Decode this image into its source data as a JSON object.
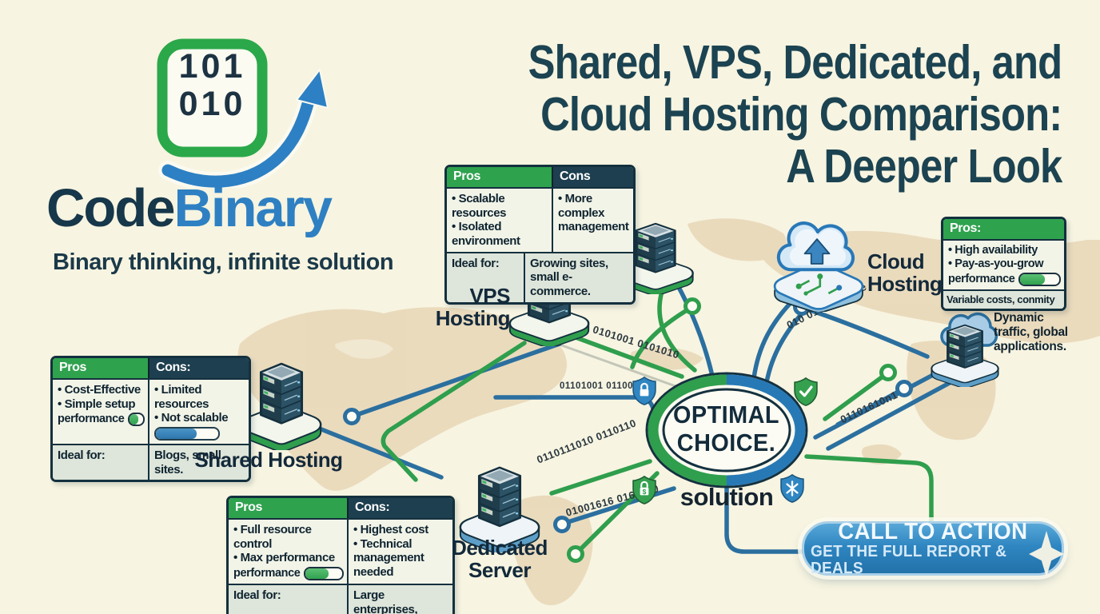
{
  "logo": {
    "binary_top": "101",
    "binary_bottom": "010",
    "brand_code": "Code",
    "brand_binary": "Binary",
    "tagline": "Binary thinking, infinite solution"
  },
  "title": {
    "line1": "Shared, VPS, Dedicated, and",
    "line2": "Cloud Hosting Comparison:",
    "line3": "A Deeper Look"
  },
  "hosting_labels": {
    "vps_line1": "VPS",
    "vps_line2": "Hosting",
    "cloud_line1": "Cloud",
    "cloud_line2": "Hosting",
    "shared": "Shared Hosting",
    "dedicated_line1": "Dedicated",
    "dedicated_line2": "Server"
  },
  "center": {
    "optimal_line1": "OPTIMAL",
    "optimal_line2": "CHOICE.",
    "solution": "solution"
  },
  "tables": {
    "vps": {
      "pros_header": "Pros",
      "cons_header": "Cons",
      "pros": [
        "• Scalable resources",
        "• Isolated environment"
      ],
      "cons": "• More complex management",
      "ideal_label": "Ideal for:",
      "ideal_value": "Growing sites, small e-commerce."
    },
    "shared": {
      "pros_header": "Pros",
      "cons_header": "Cons:",
      "pros": [
        "• Cost-Effective",
        "• Simple setup"
      ],
      "performance_label": "performance",
      "cons": [
        "• Limited resources",
        "• Not scalable"
      ],
      "ideal_label": "Ideal for:",
      "ideal_value": "Blogs, small sites."
    },
    "dedicated": {
      "pros_header": "Pros",
      "cons_header": "Cons:",
      "pros": [
        "• Full resource control",
        "• Max performance"
      ],
      "performance_label": "performance",
      "cons": [
        "• Highest cost",
        "• Technical management needed"
      ],
      "ideal_label": "Ideal for:",
      "ideal_value": "Large enterprises, complex apps."
    },
    "cloud": {
      "pros_header": "Pros:",
      "pros": [
        "• High availability",
        "• Pay-as-you-grow"
      ],
      "performance_label": "performance",
      "footer": "Variable costs, conmity",
      "note": "Dynamic traffic, global applications."
    }
  },
  "cta": {
    "line1": "CALL TO ACTION",
    "line2": "GET THE FULL REPORT & DEALS"
  },
  "binary_decorations": [
    "0101001 0101010",
    "01101001 011000110",
    "010 010 01n0n1e",
    "01101610n1",
    "0110111010 0110110",
    "01001616 0161610"
  ],
  "colors": {
    "background": "#f7f4e1",
    "map_tan": "#e8d6b6",
    "green": "#2fa24e",
    "dark_teal": "#1d3f4f",
    "blue": "#2e80c2",
    "line_blue": "#2b6f9f",
    "line_green": "#2f9e4d",
    "cta_blue": "#2f86c1",
    "title_color": "#1c4351"
  }
}
